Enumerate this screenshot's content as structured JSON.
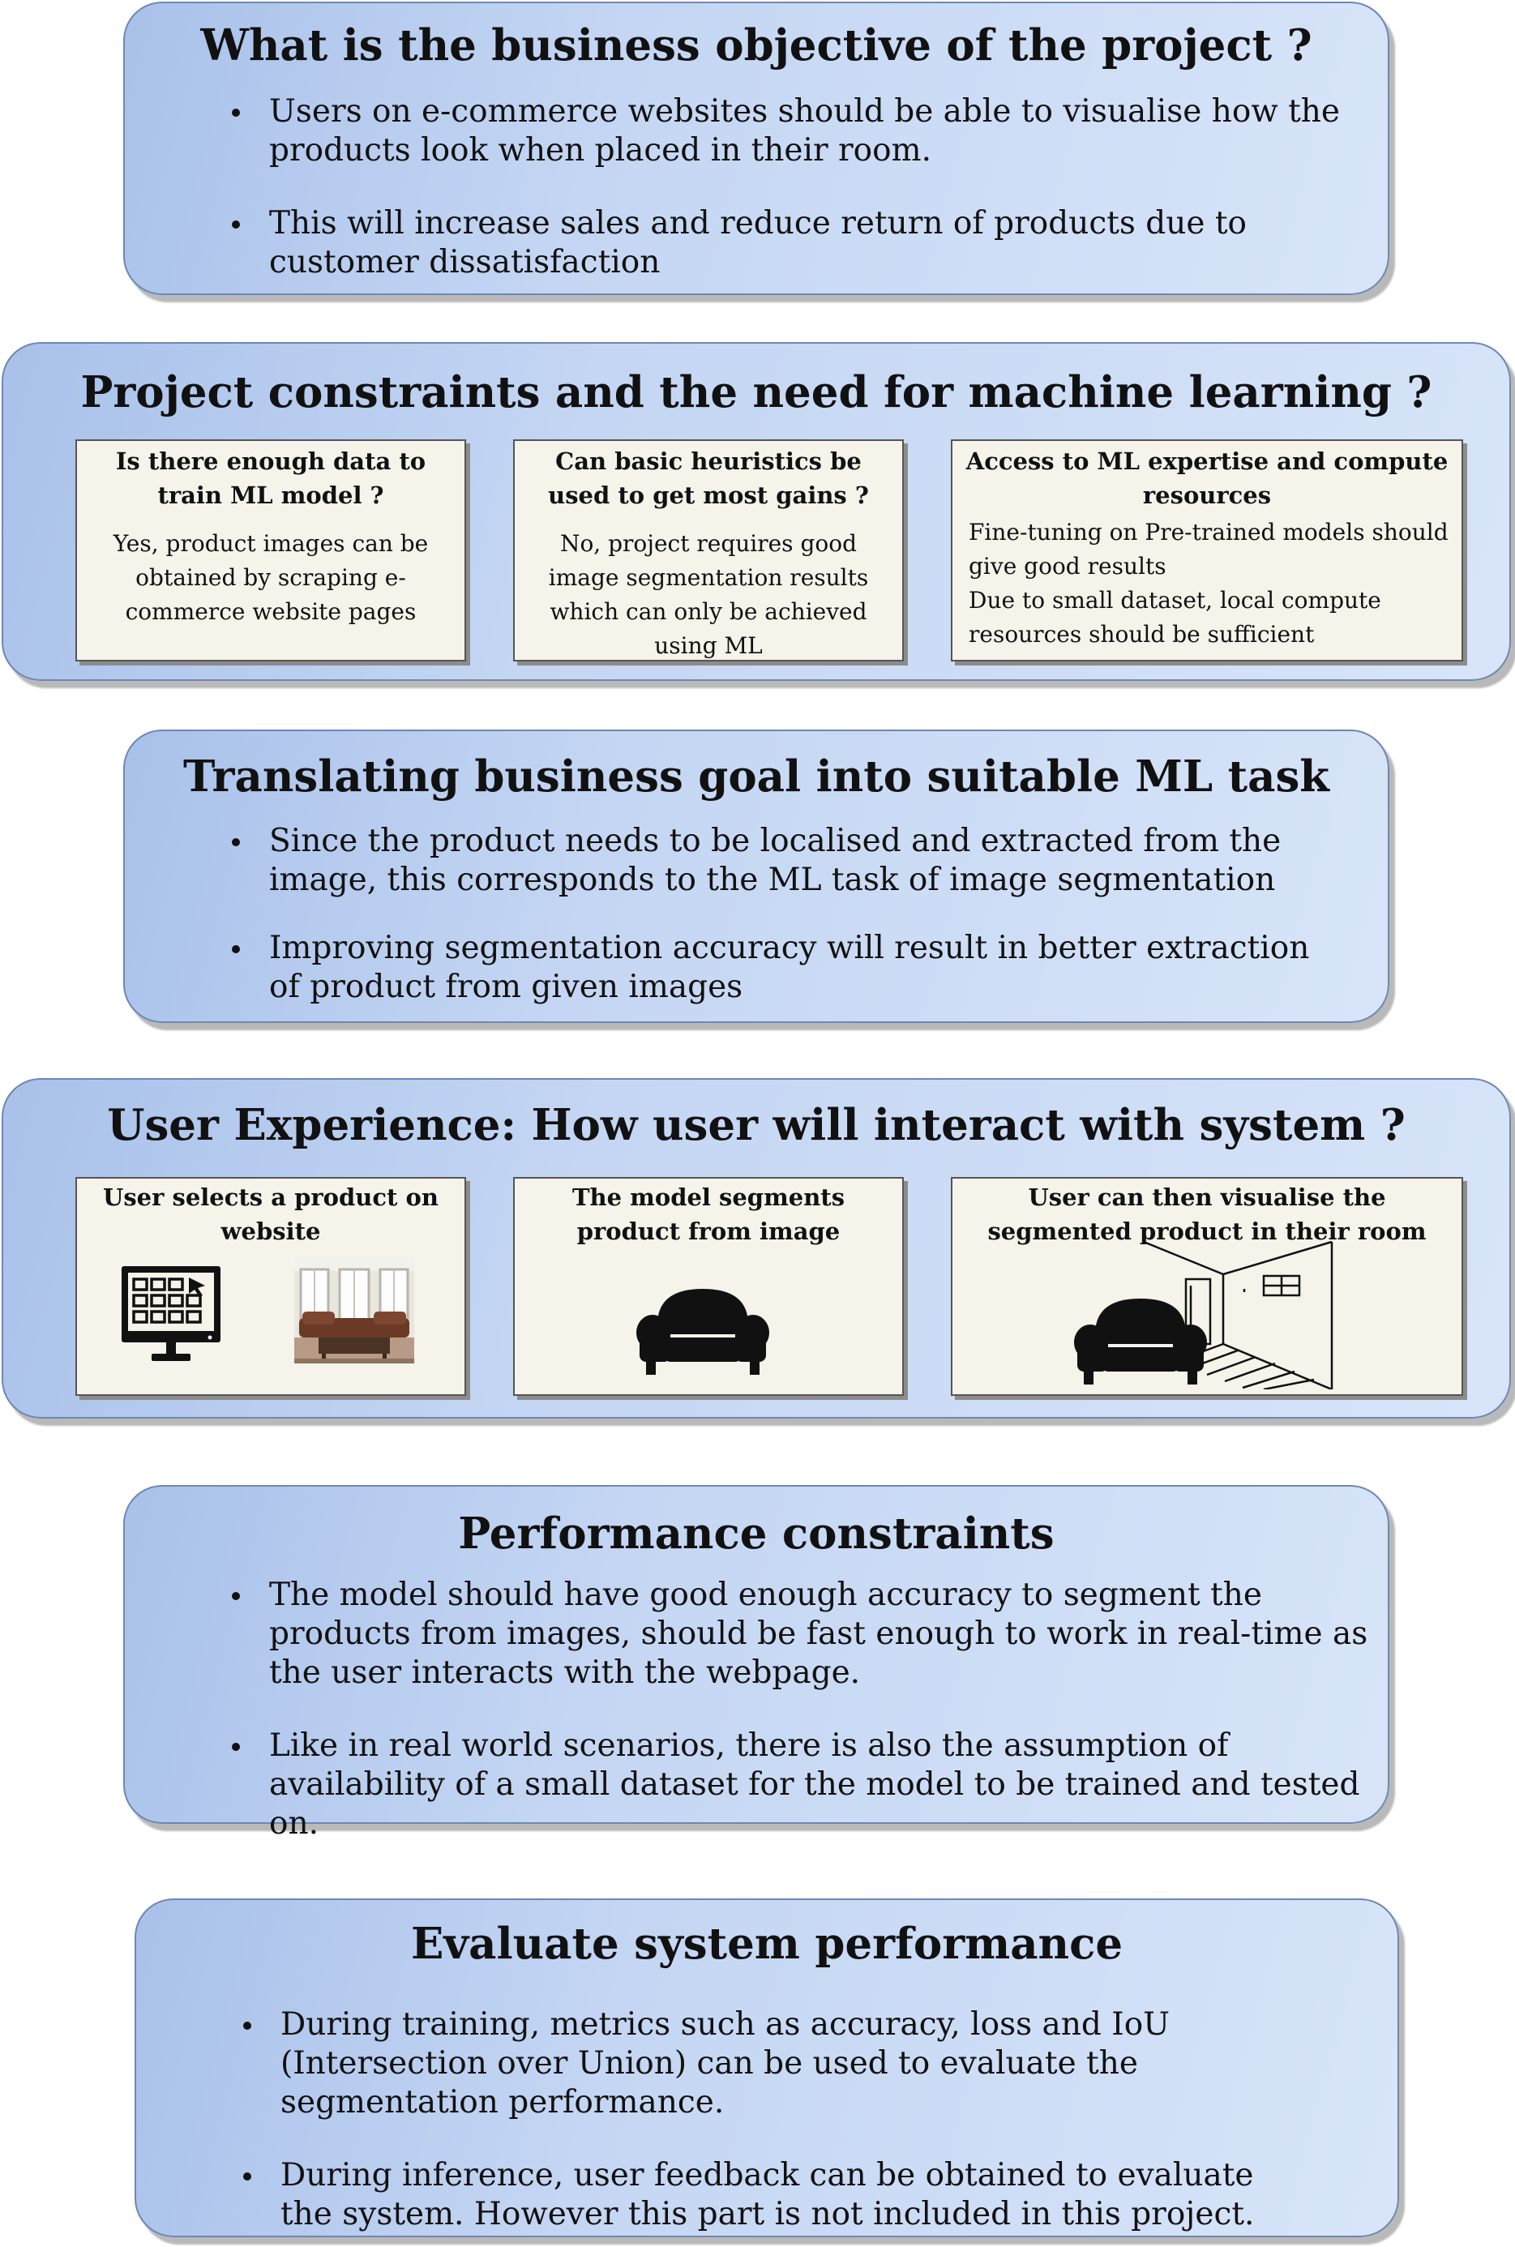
{
  "objective": {
    "title": "What is the business objective of the project ?",
    "bullets": [
      "Users on e-commerce websites should be able to visualise how the products look when placed in their room.",
      "This will increase sales and reduce return of products due to customer dissatisfaction"
    ]
  },
  "constraints": {
    "title": "Project constraints and the need for machine learning ?",
    "cards": [
      {
        "heading": "Is there enough data to train ML model ?",
        "body": "Yes, product images can be obtained by scraping e-commerce website pages"
      },
      {
        "heading": "Can basic heuristics be used to get most gains ?",
        "body": "No,  project requires good image segmentation results which can only be achieved using ML"
      },
      {
        "heading": "Access to ML expertise and compute resources",
        "body": "Fine-tuning on Pre-trained models should give good results\nDue to small dataset, local compute resources should be sufficient"
      }
    ]
  },
  "translating": {
    "title": "Translating business goal into suitable ML task",
    "bullets": [
      "Since the product needs to be localised and extracted from the image, this corresponds to the ML task of image segmentation",
      "Improving segmentation accuracy will result in better extraction of product from given images"
    ]
  },
  "ux": {
    "title": "User Experience: How user will interact with system ?",
    "cards": [
      {
        "heading": "User selects a product on website",
        "icons": [
          "computer-monitor-icon",
          "living-room-photo"
        ]
      },
      {
        "heading": "The model segments product from image",
        "icons": [
          "armchair-icon"
        ]
      },
      {
        "heading": "User can then visualise the segmented product in their room",
        "icons": [
          "armchair-icon",
          "room-outline-icon"
        ]
      }
    ]
  },
  "performance": {
    "title": "Performance constraints",
    "bullets": [
      "The model should have good enough accuracy to segment the products from images, should be fast enough to work in real-time as the user interacts with the webpage.",
      "Like in real world scenarios, there is also the assumption of availability of a small dataset for the model to be trained and tested on."
    ]
  },
  "evaluate": {
    "title": "Evaluate system performance",
    "bullets": [
      "During training, metrics such as accuracy, loss and IoU (Intersection over Union) can be used to evaluate the segmentation performance.",
      "During inference, user feedback can be obtained to evaluate the system. However this part is not included in this project."
    ]
  }
}
